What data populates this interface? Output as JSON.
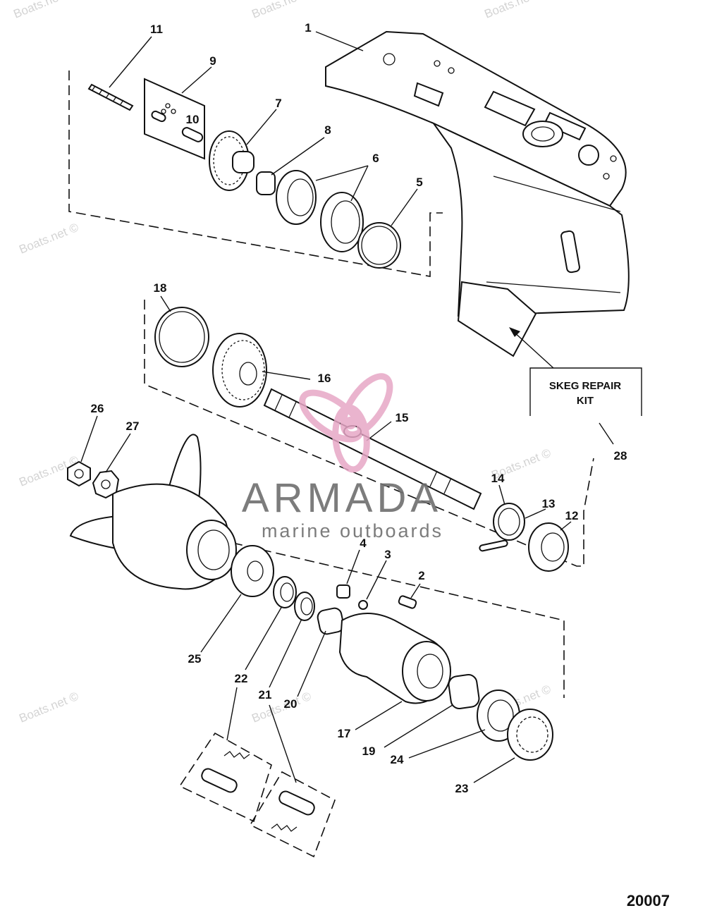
{
  "watermark": {
    "site": "Boats.net",
    "site_copyright": "Boats.net ©",
    "brand": "ARMADA",
    "brand_tagline": "marine outboards"
  },
  "callouts": [
    "1",
    "2",
    "3",
    "4",
    "5",
    "6",
    "7",
    "8",
    "9",
    "10",
    "11",
    "12",
    "13",
    "14",
    "15",
    "16",
    "17",
    "18",
    "19",
    "20",
    "21",
    "22",
    "23",
    "24",
    "25",
    "26",
    "27",
    "28"
  ],
  "kit_box": {
    "line1": "SKEG REPAIR",
    "line2": "KIT"
  },
  "figure_number": "20007",
  "colors": {
    "ink": "#111111",
    "watermark": "#d4d4d4",
    "logo_pink": "#e7a7c6",
    "logo_text": "#6e6e6e"
  }
}
